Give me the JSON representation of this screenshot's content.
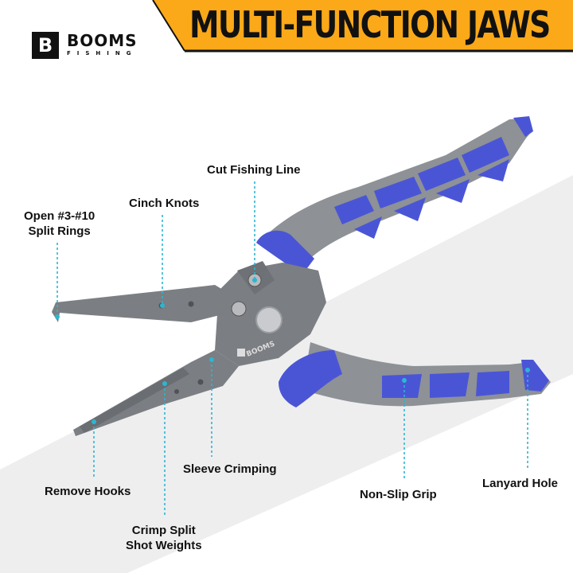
{
  "banner": {
    "title": "MULTI-FUNCTION JAWS",
    "background_color": "#FBA919",
    "text_color": "#111111"
  },
  "brand": {
    "mark": "B",
    "name": "BOOMS",
    "sub": "FISHING",
    "product_engraving": "BOOMS"
  },
  "colors": {
    "accent_blue": "#4A55D6",
    "handle_gray": "#8E9196",
    "steel_gray": "#7B7E83",
    "leader_cyan": "#2BB6D2"
  },
  "callouts": [
    {
      "id": "cut-fishing-line",
      "line1": "Cut Fishing Line",
      "line2": ""
    },
    {
      "id": "cinch-knots",
      "line1": "Cinch Knots",
      "line2": ""
    },
    {
      "id": "open-split-rings",
      "line1": "Open #3-#10",
      "line2": "Split Rings"
    },
    {
      "id": "remove-hooks",
      "line1": "Remove Hooks",
      "line2": ""
    },
    {
      "id": "crimp-split-shot",
      "line1": "Crimp Split",
      "line2": "Shot Weights"
    },
    {
      "id": "sleeve-crimping",
      "line1": "Sleeve Crimping",
      "line2": ""
    },
    {
      "id": "non-slip-grip",
      "line1": "Non-Slip Grip",
      "line2": ""
    },
    {
      "id": "lanyard-hole",
      "line1": "Lanyard Hole",
      "line2": ""
    }
  ]
}
